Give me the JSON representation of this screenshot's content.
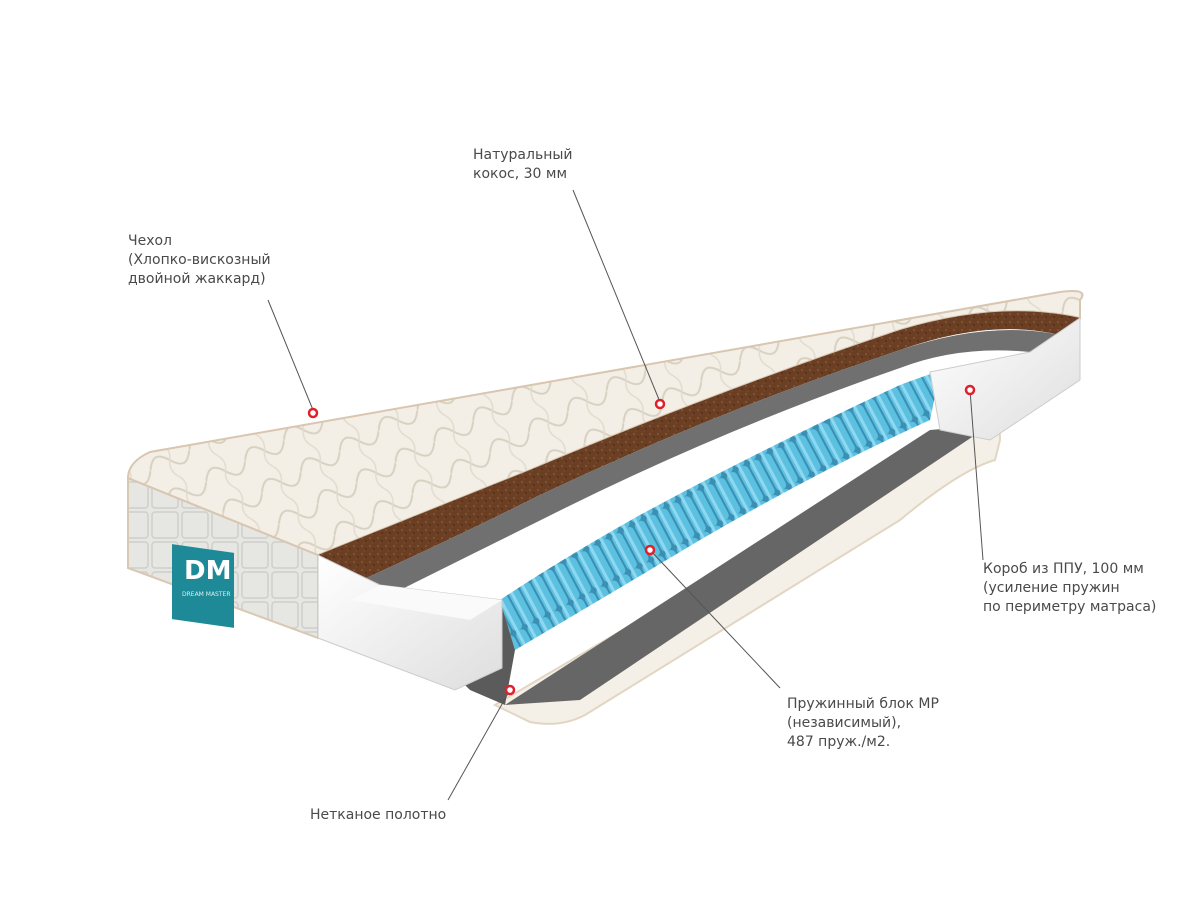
{
  "labels": {
    "cover": [
      "Чехол",
      "(Хлопко-вискозный",
      "двойной жаккард)"
    ],
    "coconut": [
      "Натуральный",
      "кокос, 30 мм"
    ],
    "foam_frame": [
      "Короб из ППУ, 100 мм",
      "(усиление пружин",
      "по периметру матраса)"
    ],
    "spring_block": [
      "Пружинный блок MP",
      "(независимый),",
      "487 пруж./м2."
    ],
    "nonwoven": [
      "Нетканое полотно"
    ]
  },
  "logo": {
    "text": "DM",
    "subtitle": "DREAM MASTER"
  },
  "colors": {
    "marker": "#e0202a",
    "leader": "#555555",
    "cover": "#f1ede4",
    "coconut": "#6b3f24",
    "springs": "#4fb3d6",
    "foam": "#f3f3f3",
    "felt": "#5b5b5b",
    "logo_bg": "#1f8a97"
  }
}
